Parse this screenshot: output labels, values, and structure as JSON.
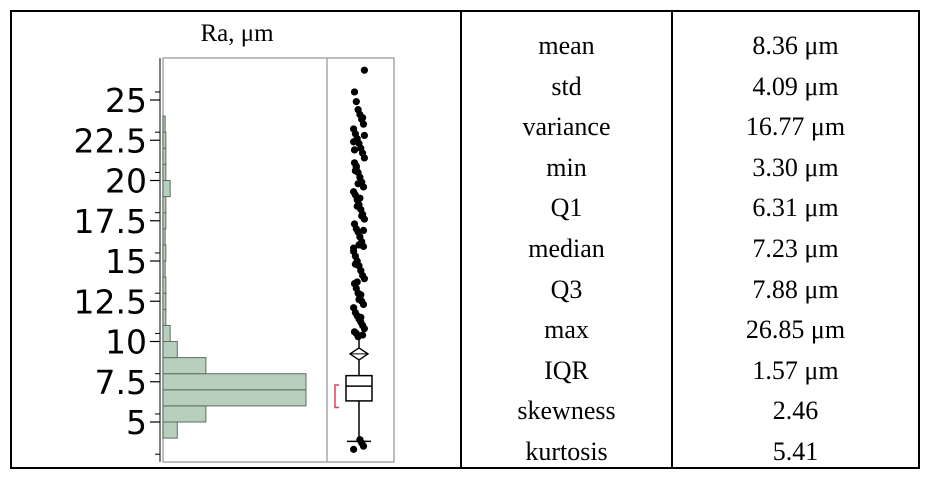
{
  "chart_data": {
    "type": "histogram",
    "title": "Ra, μm",
    "y_ticks": [
      "5",
      "7.5",
      "10",
      "12.5",
      "15",
      "17.5",
      "20",
      "22.5",
      "25"
    ],
    "ylim": [
      3,
      28
    ],
    "histogram_bins": [
      {
        "from": 4,
        "to": 5,
        "count": 2
      },
      {
        "from": 5,
        "to": 6,
        "count": 6
      },
      {
        "from": 6,
        "to": 7,
        "count": 20
      },
      {
        "from": 7,
        "to": 8,
        "count": 20
      },
      {
        "from": 8,
        "to": 9,
        "count": 6
      },
      {
        "from": 9,
        "to": 10,
        "count": 2
      },
      {
        "from": 10,
        "to": 11,
        "count": 1
      },
      {
        "from": 11,
        "to": 12,
        "count": 0.4
      },
      {
        "from": 12,
        "to": 13,
        "count": 0.4
      },
      {
        "from": 13,
        "to": 14,
        "count": 0.4
      },
      {
        "from": 14,
        "to": 15,
        "count": 0.3
      },
      {
        "from": 15,
        "to": 16,
        "count": 0.4
      },
      {
        "from": 16,
        "to": 17,
        "count": 0.3
      },
      {
        "from": 17,
        "to": 18,
        "count": 0.4
      },
      {
        "from": 18,
        "to": 19,
        "count": 0.4
      },
      {
        "from": 19,
        "to": 20,
        "count": 1
      },
      {
        "from": 20,
        "to": 21,
        "count": 0.4
      },
      {
        "from": 21,
        "to": 22,
        "count": 0.4
      },
      {
        "from": 22,
        "to": 23,
        "count": 0.4
      },
      {
        "from": 23,
        "to": 24,
        "count": 0.3
      }
    ],
    "boxplot": {
      "q1": 6.31,
      "median": 7.23,
      "q3": 7.88,
      "mean": 8.36,
      "whisker_low": 3.8,
      "whisker_high": 10.2,
      "shortest_half": [
        5.9,
        7.3
      ]
    },
    "points": [
      3.3,
      3.5,
      3.7,
      3.9,
      10.3,
      10.5,
      10.6,
      10.8,
      11.0,
      11.2,
      11.4,
      11.6,
      11.8,
      12.1,
      12.3,
      12.5,
      12.8,
      13.0,
      13.3,
      13.6,
      13.9,
      14.1,
      14.4,
      14.7,
      15.0,
      15.3,
      15.6,
      15.9,
      16.2,
      16.5,
      16.8,
      17.0,
      17.3,
      17.6,
      17.9,
      18.2,
      18.5,
      18.8,
      19.1,
      19.3,
      19.6,
      19.9,
      20.2,
      20.5,
      20.8,
      21.1,
      21.4,
      21.7,
      22.0,
      22.3,
      22.6,
      22.9,
      23.2,
      23.5,
      23.8,
      24.1,
      24.4,
      24.9,
      25.5,
      26.85,
      10.4,
      11.5,
      12.6,
      13.7,
      14.8,
      15.8,
      16.9,
      17.8,
      18.9,
      19.8,
      20.9,
      21.9,
      22.8,
      23.9,
      12.9,
      16.0,
      18.4,
      20.6,
      22.4
    ],
    "colors": {
      "bar_fill": "#b9cfbe",
      "bar_stroke": "#5a6e5e",
      "frame": "#a8a8a8",
      "point": "#000000",
      "bracket": "#e0405a"
    }
  },
  "stats": [
    {
      "name": "mean",
      "value": "8.36 μm"
    },
    {
      "name": "std",
      "value": "4.09 μm"
    },
    {
      "name": "variance",
      "value": "16.77 μm"
    },
    {
      "name": "min",
      "value": "3.30 μm"
    },
    {
      "name": "Q1",
      "value": "6.31 μm"
    },
    {
      "name": "median",
      "value": "7.23 μm"
    },
    {
      "name": "Q3",
      "value": "7.88 μm"
    },
    {
      "name": "max",
      "value": "26.85 μm"
    },
    {
      "name": "IQR",
      "value": "1.57 μm"
    },
    {
      "name": "skewness",
      "value": "2.46"
    },
    {
      "name": "kurtosis",
      "value": "5.41"
    }
  ]
}
